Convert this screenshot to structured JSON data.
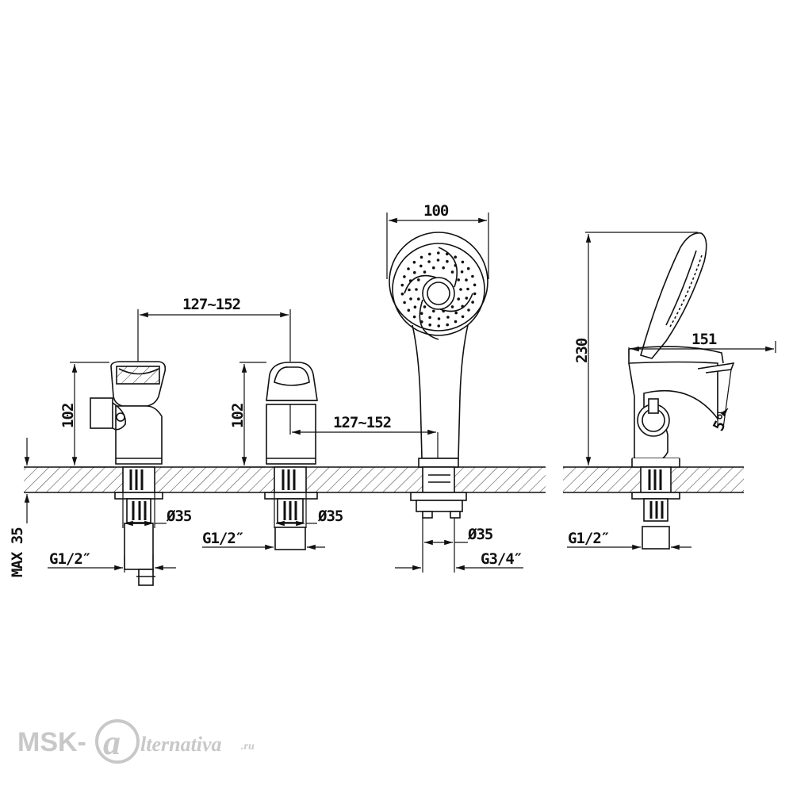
{
  "dimensions": {
    "spacing_left": "127~152",
    "spacing_right": "127~152",
    "height_left_valve": "102",
    "height_mid_valve": "102",
    "shower_head_width": "100",
    "spout_height": "230",
    "spout_length": "151",
    "spout_angle": "5°",
    "max_deck": "MAX 35",
    "hole_left": "Ø35",
    "hole_mid": "Ø35",
    "hole_shower": "Ø35",
    "thread_left": "G1/2″",
    "thread_mid": "G1/2″",
    "thread_shower": "G3/4″",
    "thread_spout": "G1/2″"
  },
  "watermark": {
    "brand_prefix": "MSK-",
    "brand_suffix": "lternativa",
    "domain": ".ru"
  },
  "colors": {
    "line": "#111111",
    "watermark": "#c8c8c8"
  }
}
